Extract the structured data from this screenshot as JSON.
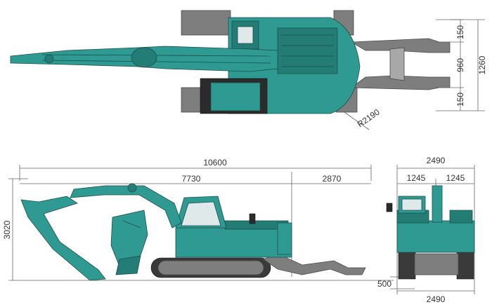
{
  "top_view": {
    "dims": {
      "v_150_top": "150",
      "v_960": "960",
      "v_1260": "1260",
      "v_150_bottom": "150",
      "radius": "R2190"
    }
  },
  "side_view": {
    "dims": {
      "overall_length": "10600",
      "front_length": "7730",
      "rear_length": "2870",
      "height": "3020"
    }
  },
  "rear_view": {
    "dims": {
      "top_width": "2490",
      "half_left": "1245",
      "half_right": "1245",
      "ground_clearance": "500",
      "track_width": "2490"
    }
  },
  "colors": {
    "body": "#2f9a92",
    "body_dark": "#237c76",
    "undercarriage": "#7e7e7e",
    "track": "#3a3a3a"
  }
}
